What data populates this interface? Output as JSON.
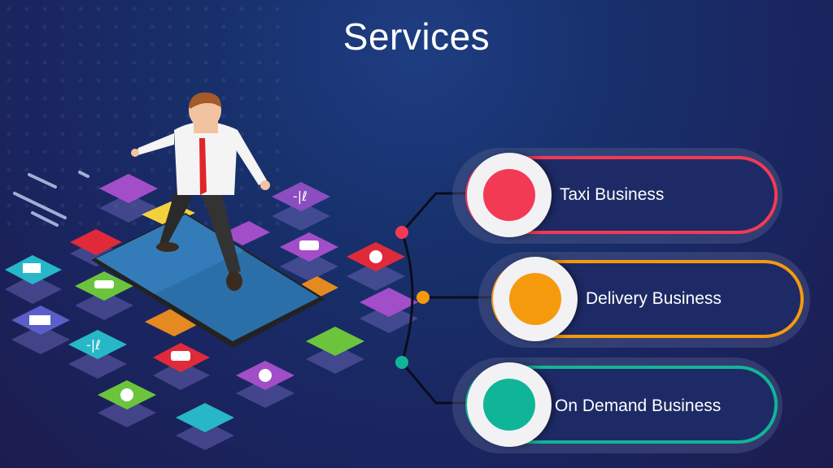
{
  "title": "Services",
  "services": [
    {
      "label": "Taxi Business",
      "color": "#f23a55"
    },
    {
      "label": "Delivery Business",
      "color": "#f59a0c"
    },
    {
      "label": "On Demand Business",
      "color": "#10b597"
    }
  ],
  "colors": {
    "background": "#1b2a66",
    "accent_red": "#f23a55",
    "accent_orange": "#f59a0c",
    "accent_teal": "#10b597"
  }
}
